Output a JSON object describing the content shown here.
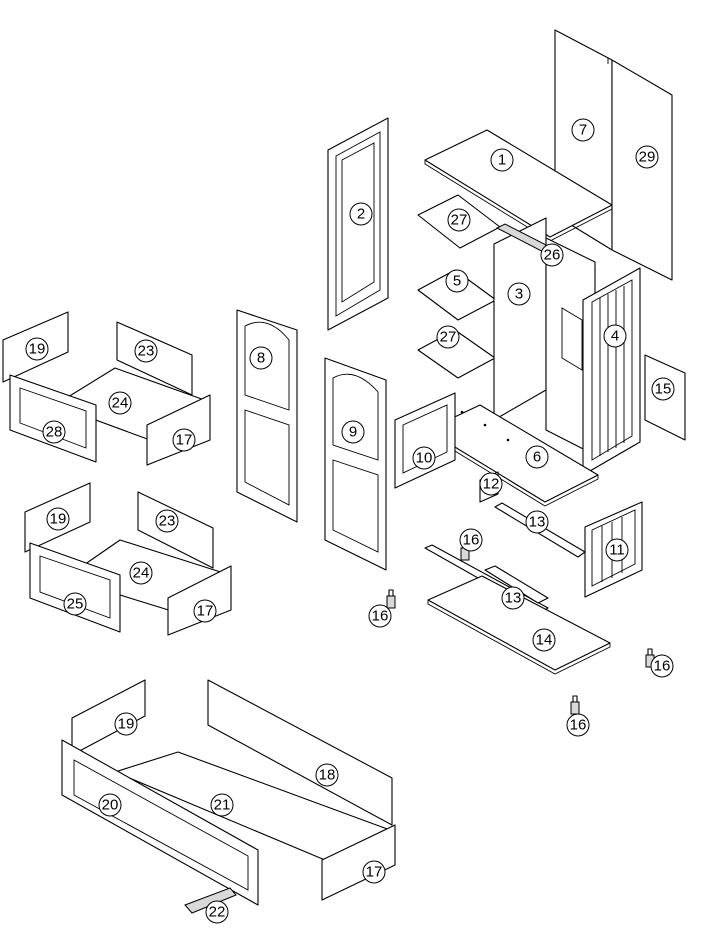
{
  "diagram": {
    "callouts": [
      "1",
      "2",
      "3",
      "4",
      "5",
      "6",
      "7",
      "8",
      "9",
      "10",
      "11",
      "12",
      "13",
      "13",
      "14",
      "15",
      "16",
      "16",
      "16",
      "16",
      "17",
      "17",
      "17",
      "18",
      "19",
      "19",
      "19",
      "20",
      "21",
      "22",
      "23",
      "23",
      "24",
      "24",
      "25",
      "26",
      "27",
      "27",
      "28",
      "29"
    ]
  }
}
